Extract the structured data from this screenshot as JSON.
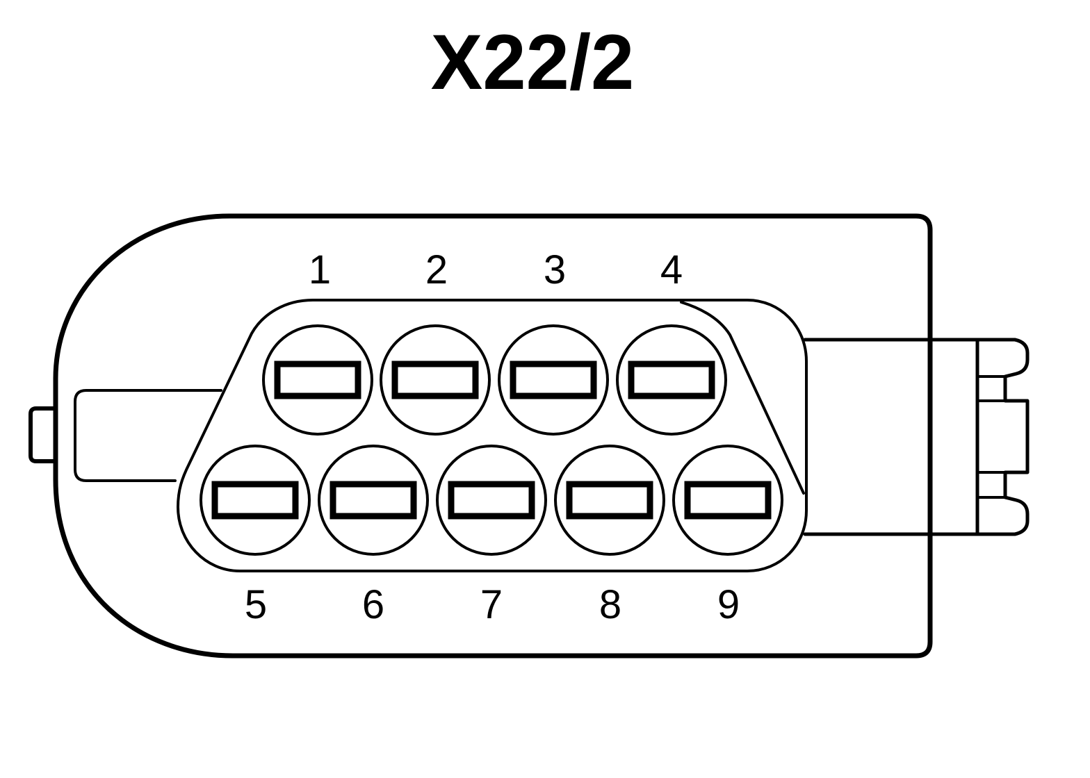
{
  "title": "X22/2",
  "pins": {
    "top_row": [
      "1",
      "2",
      "3",
      "4"
    ],
    "bottom_row": [
      "5",
      "6",
      "7",
      "8",
      "9"
    ]
  },
  "colors": {
    "line": "#000000",
    "background": "#ffffff"
  }
}
